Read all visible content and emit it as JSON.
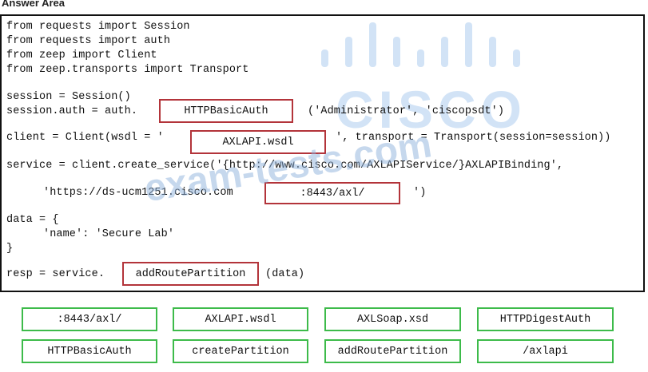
{
  "header": {
    "title": "Answer Area"
  },
  "code": {
    "line1": "from requests import Session",
    "line2": "from requests import auth",
    "line3": "from zeep import Client",
    "line4": "from zeep.transports import Transport",
    "line5": "session = Session()",
    "line6_prefix": "session.auth = auth.",
    "line6_suffix": "('Administrator', 'ciscopsdt')",
    "line7_prefix": "client = Client(wsdl = '",
    "line7_suffix": "', transport = Transport(session=session))",
    "line8": "service = client.create_service('{http://www.cisco.com/AXLAPIService/}AXLAPIBinding',",
    "line9_prefix": "'https://ds-ucm1251.cisco.com",
    "line9_suffix": "')",
    "line10": "data = {",
    "line11": "'name': 'Secure Lab'",
    "line12": "}",
    "line13_prefix": "resp = service.",
    "line13_suffix": "(data)"
  },
  "slots": {
    "auth_slot": "HTTPBasicAuth",
    "wsdl_slot": "AXLAPI.wsdl",
    "url_slot": ":8443/axl/",
    "method_slot": "addRoutePartition"
  },
  "options": [
    ":8443/axl/",
    "AXLAPI.wsdl",
    "AXLSoap.xsd",
    "HTTPDigestAuth",
    "HTTPBasicAuth",
    "createPartition",
    "addRoutePartition",
    "/axlapi"
  ],
  "logo": {
    "text": "CISCO",
    "icon": "cisco-bridge-logo"
  },
  "watermark": {
    "text": "exam-tests.com"
  },
  "colors": {
    "slot_border": "#b3343a",
    "option_border": "#3dbb4a",
    "logo": "#7fb2e6"
  }
}
